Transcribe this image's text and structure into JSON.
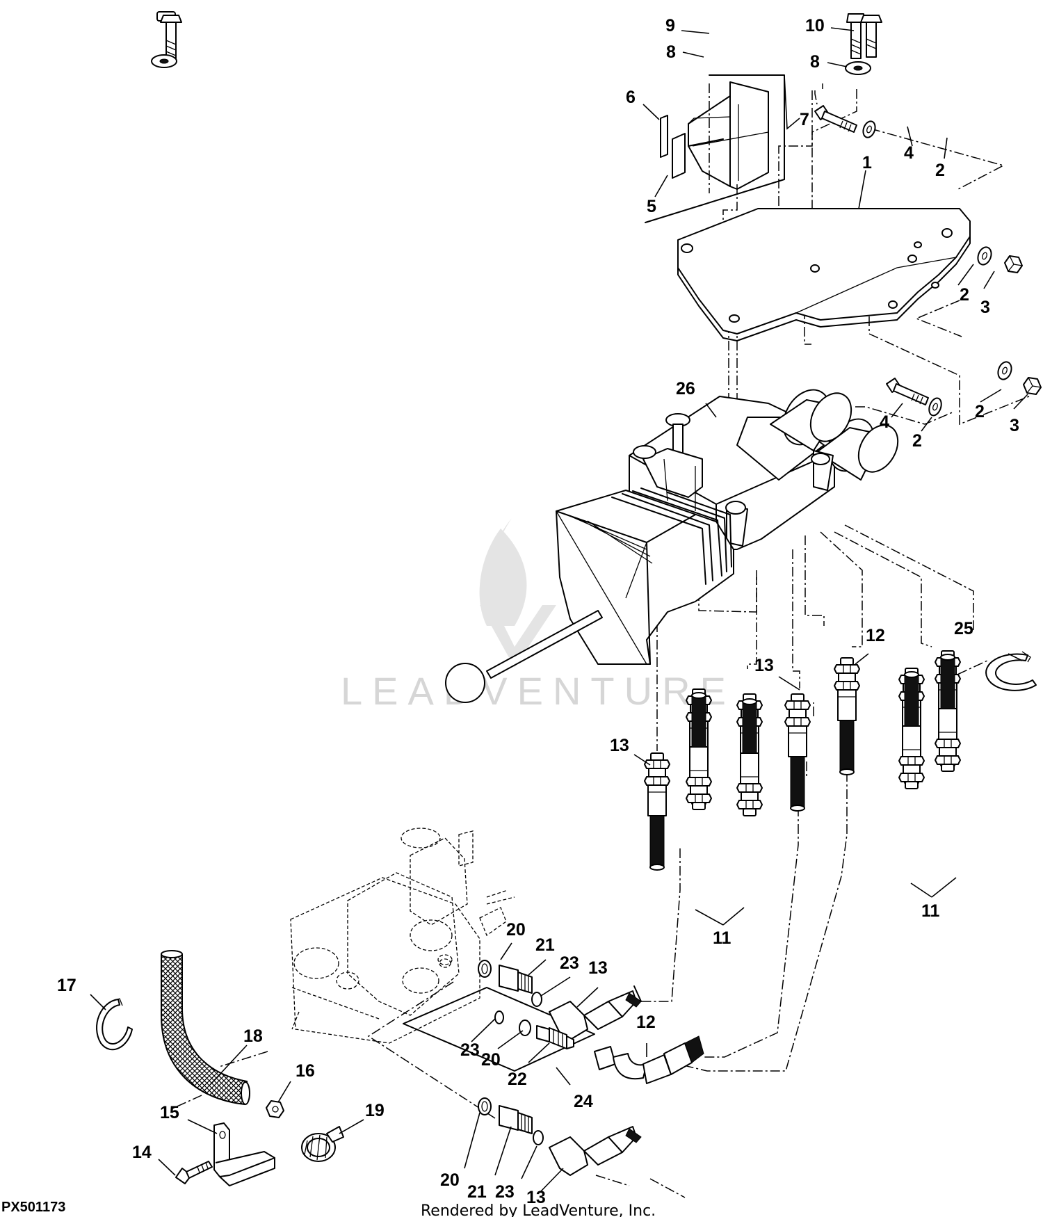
{
  "figure_id": "PX501173",
  "credit": "Rendered by LeadVenture, Inc.",
  "watermark": "LEADVENTURE",
  "callouts": {
    "c1": "1",
    "c2a": "2",
    "c2b": "2",
    "c2c": "2",
    "c2d": "2",
    "c3a": "3",
    "c3b": "3",
    "c4a": "4",
    "c4b": "4",
    "c5": "5",
    "c6": "6",
    "c7": "7",
    "c8a": "8",
    "c8b": "8",
    "c9": "9",
    "c10": "10",
    "c11a": "11",
    "c11b": "11",
    "c12a": "12",
    "c12b": "12",
    "c13a": "13",
    "c13b": "13",
    "c13c": "13",
    "c13d": "13",
    "c14": "14",
    "c15": "15",
    "c16": "16",
    "c17": "17",
    "c18": "18",
    "c19": "19",
    "c20a": "20",
    "c20b": "20",
    "c20c": "20",
    "c21a": "21",
    "c21b": "21",
    "c22": "22",
    "c23a": "23",
    "c23b": "23",
    "c23c": "23",
    "c24": "24",
    "c25": "25",
    "c26": "26"
  }
}
